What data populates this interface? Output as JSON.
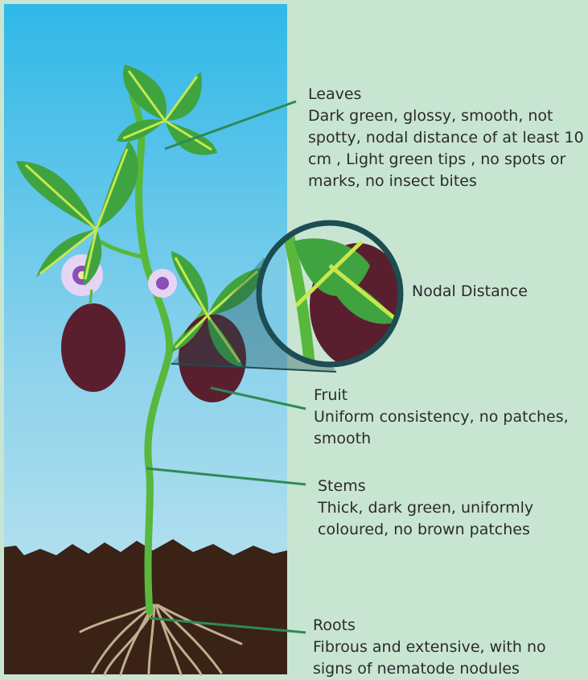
{
  "labels": {
    "leaves": {
      "title": "Leaves",
      "desc": "Dark green, glossy, smooth, not spotty, nodal distance of at least 10 cm , Light green tips , no spots or marks, no insect bites"
    },
    "nodal": {
      "title": "Nodal Distance"
    },
    "fruit": {
      "title": "Fruit",
      "desc": "Uniform consistency, no patches, smooth"
    },
    "stems": {
      "title": "Stems",
      "desc": "Thick, dark green, uniformly coloured, no brown patches"
    },
    "roots": {
      "title": "Roots",
      "desc": "Fibrous and extensive, with no signs of nematode nodules"
    }
  },
  "colors": {
    "background": "#c8e5d2",
    "sky_top": "#2fb8e8",
    "sky_bottom": "#b9e1ee",
    "soil": "#3a2217",
    "stem": "#57b83b",
    "leaf": "#3fa43f",
    "leaf_vein": "#c6e84e",
    "fruit": "#5a1f2e",
    "flower": "#d9c3ee",
    "roots": "#c2ae8e",
    "leader_line": "#2f8a55",
    "magnifier_ring": "#1d4c52"
  }
}
